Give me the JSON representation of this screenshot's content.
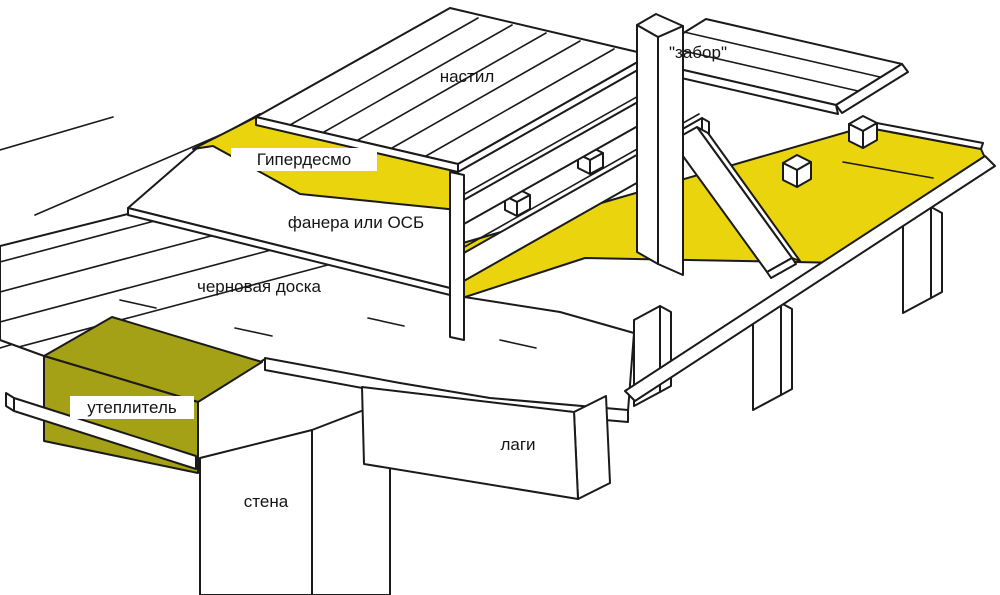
{
  "diagram": {
    "labels": {
      "decking": "настил",
      "fence": "\"забор\"",
      "membrane": "Гипердесмо",
      "sheathing": "фанера или ОСБ",
      "subfloor": "черновая доска",
      "insulation": "утеплитель",
      "wall": "стена",
      "joists": "лаги"
    },
    "colors": {
      "membrane_yellow": "#E9D40D",
      "insulation_olive": "#A5A116",
      "line_black": "#1A1A1A",
      "background_white": "#FFFFFF"
    }
  }
}
